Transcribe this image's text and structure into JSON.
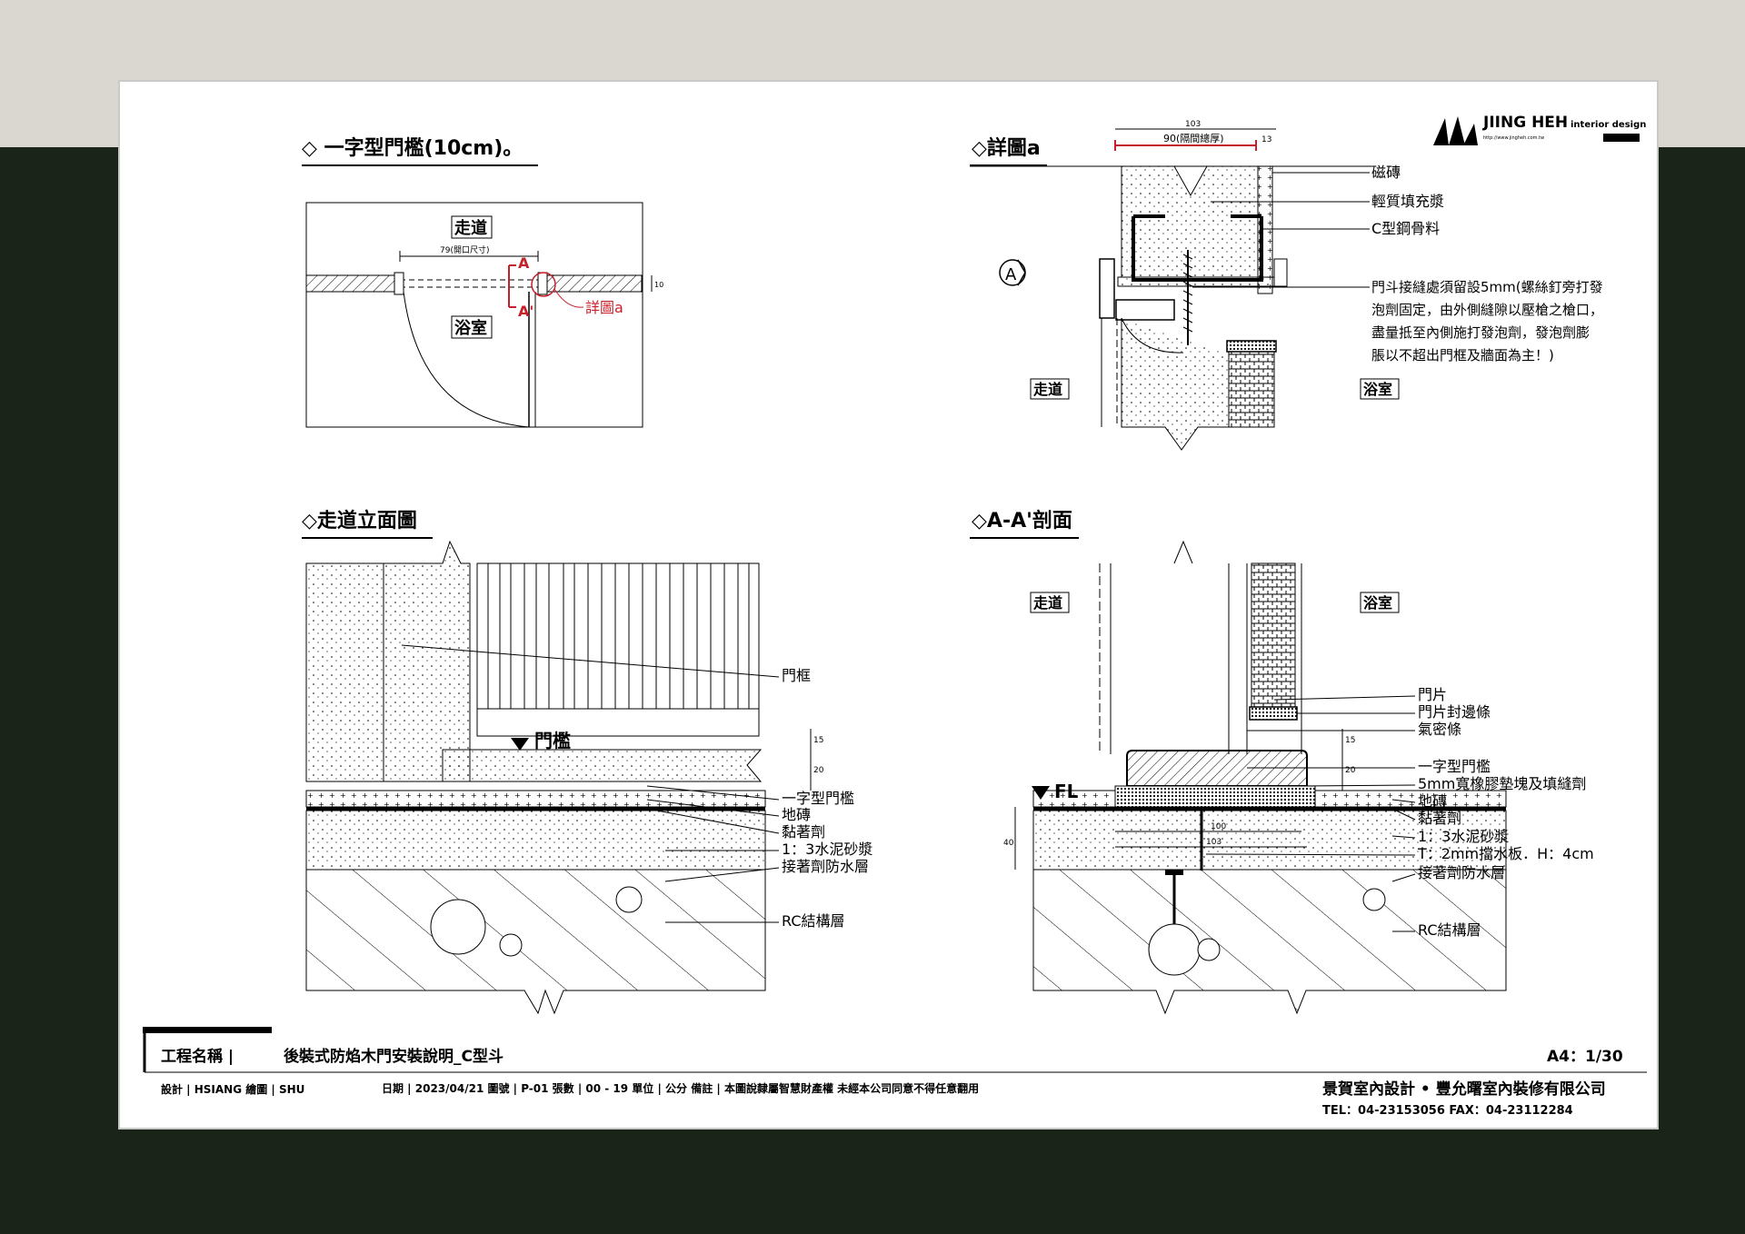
{
  "colors": {
    "page_bg": "#1a2418",
    "top_band": "#dad6d0",
    "ink": "#000000",
    "callout": "#c8202a"
  },
  "logo": {
    "name": "JIING HEH",
    "tagline": "interior design",
    "url": "http://www.jingheh.com.tw"
  },
  "panel1": {
    "title": "◇ 一字型門檻(10cm)。",
    "label_corridor": "走道",
    "label_bath": "浴室",
    "dim_opening": "79(開口尺寸)",
    "dim_side": "10",
    "mark_a": "A",
    "mark_a2": "A'",
    "callout": "詳圖a"
  },
  "panel2": {
    "title": "◇詳圖a",
    "dim_total": "103",
    "dim_wall": "90(隔間總厚)",
    "dim_small": "13",
    "section_mark": "A",
    "label_tile": "磁磚",
    "label_fill": "輕質填充漿",
    "label_cstud": "C型鋼骨料",
    "note_lines": [
      "門斗接縫處須留設5mm(螺絲釘旁打發",
      "泡劑固定，由外側縫隙以壓槍之槍口，",
      "盡量抵至內側施打發泡劑，發泡劑膨",
      "脹以不超出門框及牆面為主！)"
    ],
    "label_corridor": "走道",
    "label_bath": "浴室"
  },
  "panel3": {
    "title": "◇走道立面圖",
    "label_threshold": "門檻",
    "label_frame": "門框",
    "labels": [
      "一字型門檻",
      "地磚",
      "黏著劑",
      "1：3水泥砂漿",
      "接著劑防水層",
      "RC結構層"
    ],
    "dims": [
      "15",
      "20"
    ]
  },
  "panel4": {
    "title": "◇A-A'剖面",
    "label_corridor": "走道",
    "label_bath": "浴室",
    "fl": "FL",
    "labels": [
      "門片",
      "門片封邊條",
      "氣密條",
      "一字型門檻",
      "5mm寬橡膠墊塊及填縫劑",
      "地磚",
      "黏著劑",
      "1：3水泥砂漿",
      "T：2mm擋水板．H：4cm",
      "接著劑防水層",
      "RC結構層"
    ],
    "dims": [
      "15",
      "20",
      "40",
      "100",
      "103"
    ]
  },
  "titleblock": {
    "project_label": "工程名稱 |",
    "project_name": "後裝式防焰木門安裝說明_C型斗",
    "sheet_no": "A4：1/30",
    "meta_left": "設計 | HSIANG   繪圖 | SHU",
    "meta_mid": "日期 | 2023/04/21  圖號 | P-01   張數 | 00 - 19  單位 | 公分  備註 | 本圖說隸屬智慧財產權 未經本公司同意不得任意翻用",
    "company": "景賀室內設計 • 豐允曙室內裝修有限公司",
    "contact": "TEL：04-23153056  FAX：04-23112284"
  }
}
